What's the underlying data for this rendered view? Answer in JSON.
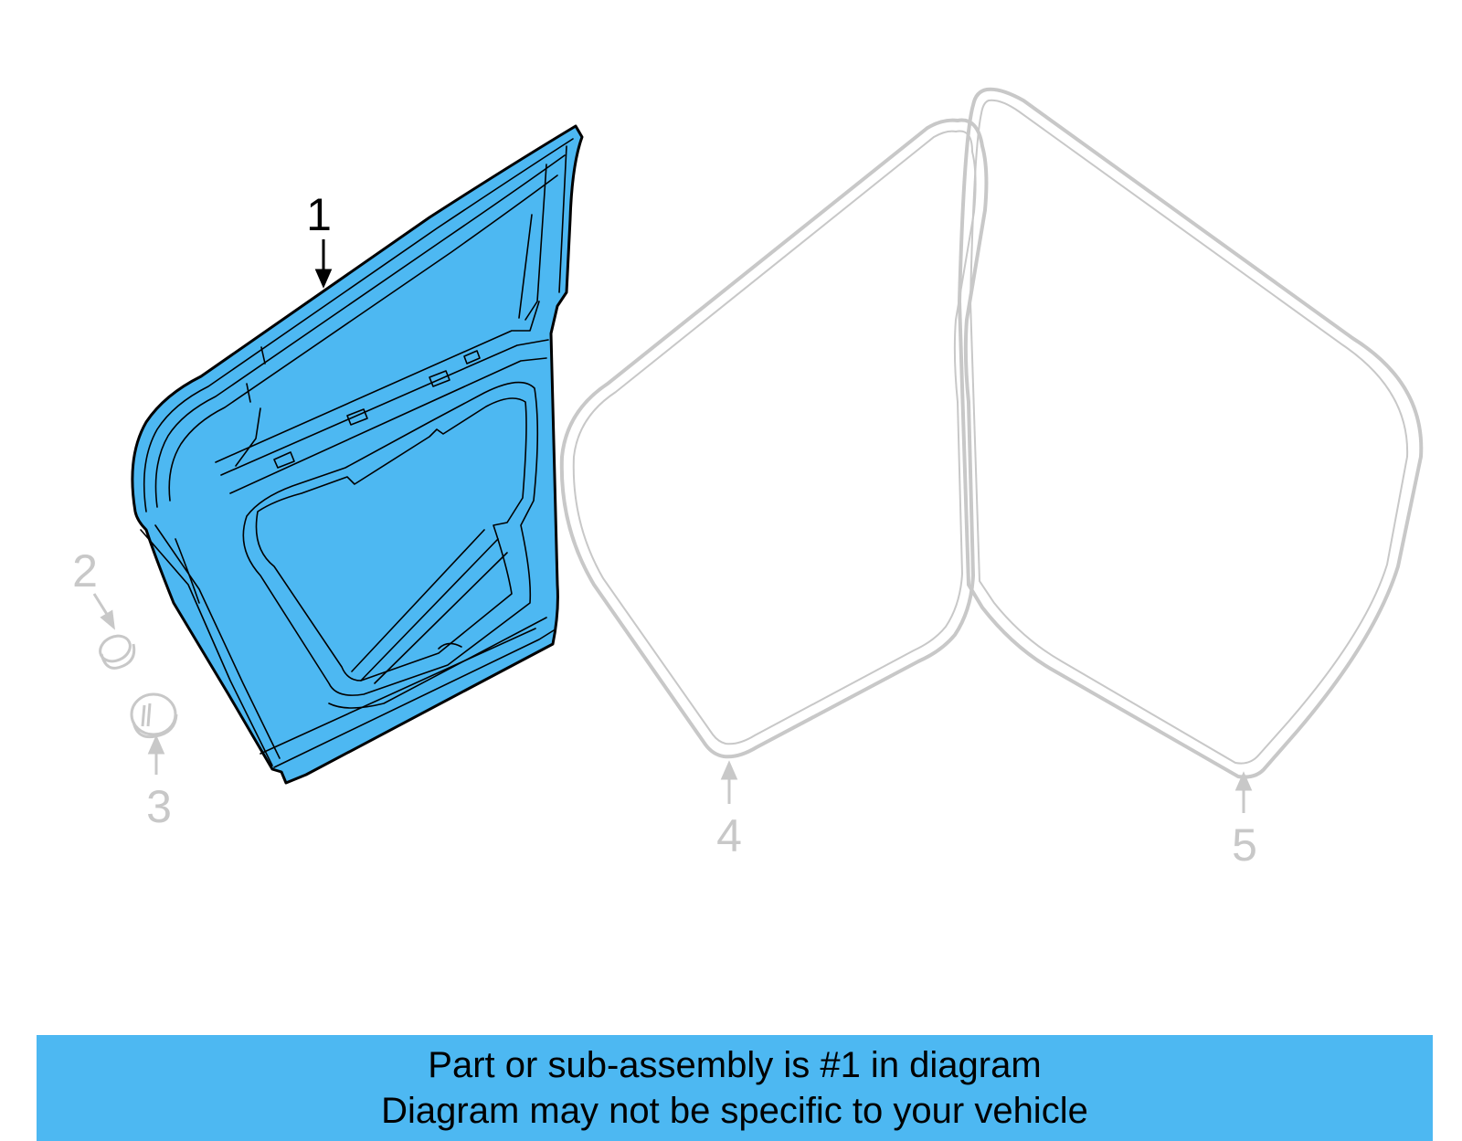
{
  "colors": {
    "highlight_fill": "#4db8f2",
    "highlight_stroke": "#000000",
    "ghost_stroke": "#c8c8c8",
    "ghost_label": "#c8c8c8"
  },
  "diagram": {
    "callouts": [
      {
        "id": "1",
        "label": "1",
        "highlighted": true
      },
      {
        "id": "2",
        "label": "2",
        "highlighted": false
      },
      {
        "id": "3",
        "label": "3",
        "highlighted": false
      },
      {
        "id": "4",
        "label": "4",
        "highlighted": false
      },
      {
        "id": "5",
        "label": "5",
        "highlighted": false
      }
    ],
    "parts": [
      {
        "callout": "1",
        "icon": "door-shell-icon"
      },
      {
        "callout": "2",
        "icon": "plug-icon"
      },
      {
        "callout": "3",
        "icon": "grommet-icon"
      },
      {
        "callout": "4",
        "icon": "weatherstrip-seal-icon"
      },
      {
        "callout": "5",
        "icon": "weatherstrip-seal-icon"
      }
    ]
  },
  "banner": {
    "line1": "Part or sub-assembly is #1 in diagram",
    "line2": "Diagram may not be specific to your vehicle"
  }
}
